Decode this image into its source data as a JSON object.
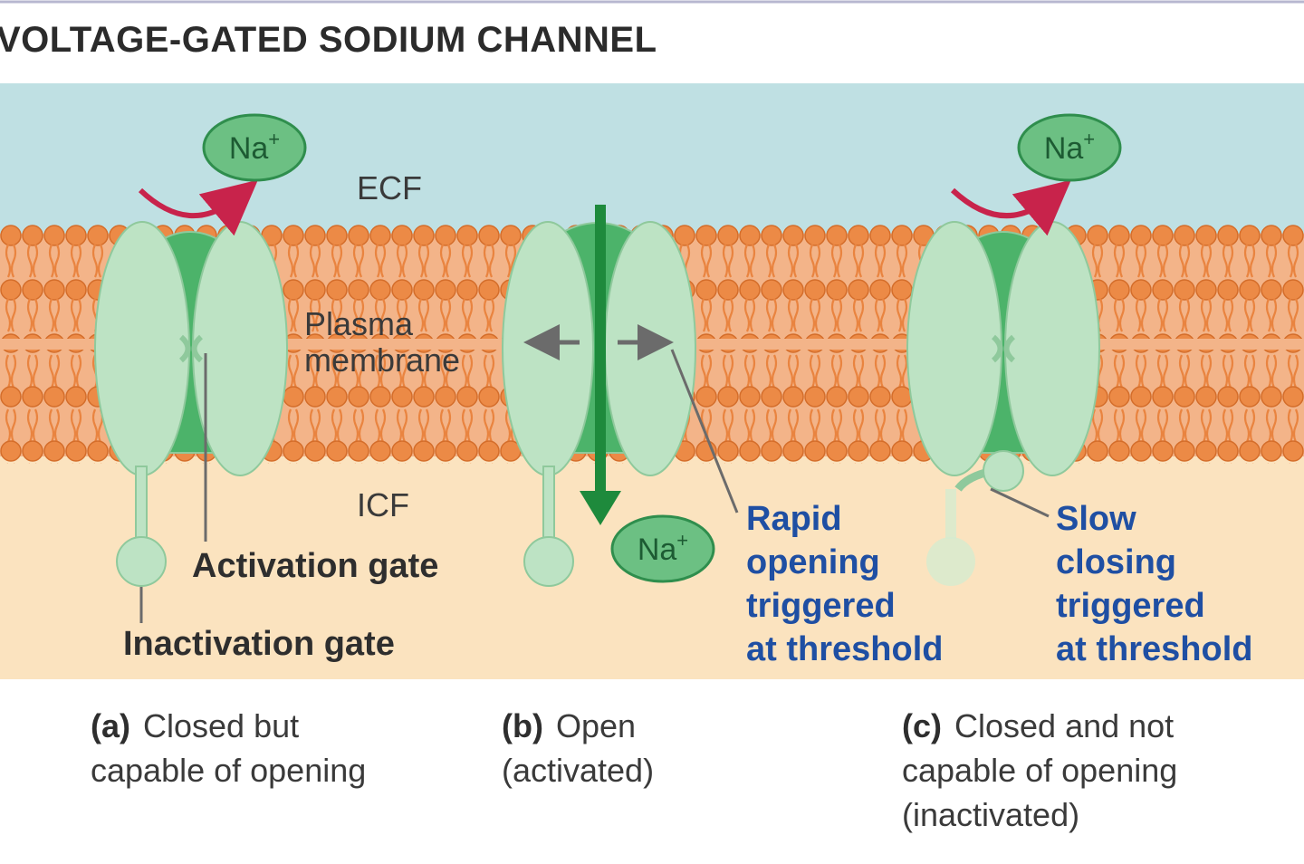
{
  "title": "VOLTAGE-GATED SODIUM CHANNEL",
  "regions": {
    "ecf": "ECF",
    "membrane": [
      "Plasma",
      "membrane"
    ],
    "icf": "ICF"
  },
  "ion_label": "Na",
  "ion_charge": "+",
  "gate_labels": {
    "activation": "Activation gate",
    "inactivation": "Inactivation gate"
  },
  "annotations": {
    "rapid": [
      "Rapid",
      "opening",
      "triggered",
      "at threshold"
    ],
    "slow": [
      "Slow",
      "closing",
      "triggered",
      "at threshold"
    ]
  },
  "captions": [
    {
      "letter": "(a)",
      "lines": [
        "Closed but",
        "capable of opening"
      ]
    },
    {
      "letter": "(b)",
      "lines": [
        "Open",
        "(activated)"
      ]
    },
    {
      "letter": "(c)",
      "lines": [
        "Closed and not",
        "capable of opening",
        "(inactivated)"
      ]
    }
  ],
  "colors": {
    "ecf": "#bfe0e3",
    "icf": "#fbe3bf",
    "lipid": "#ec8a46",
    "channel": "#bde3c4",
    "channel_dark": "#3aa85a",
    "arrow_green": "#1e8a3c",
    "arrow_red": "#c8234b",
    "label_blue": "#1f4fa3"
  }
}
